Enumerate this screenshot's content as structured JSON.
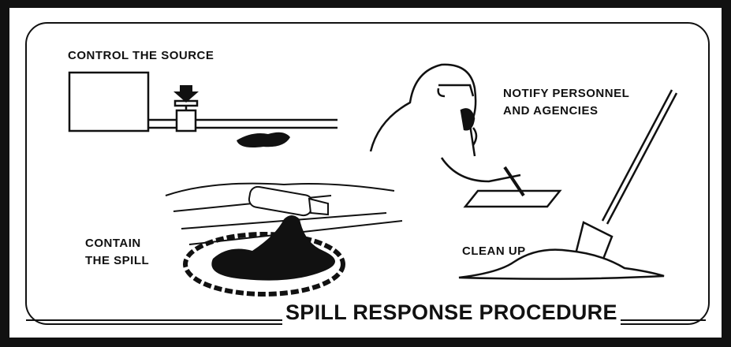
{
  "steps": {
    "control": "CONTROL THE SOURCE",
    "notify_line1": "NOTIFY PERSONNEL",
    "notify_line2": "AND AGENCIES",
    "contain_line1": "CONTAIN",
    "contain_line2": "THE SPILL",
    "cleanup": "CLEAN UP"
  },
  "title": "SPILL RESPONSE PROCEDURE"
}
